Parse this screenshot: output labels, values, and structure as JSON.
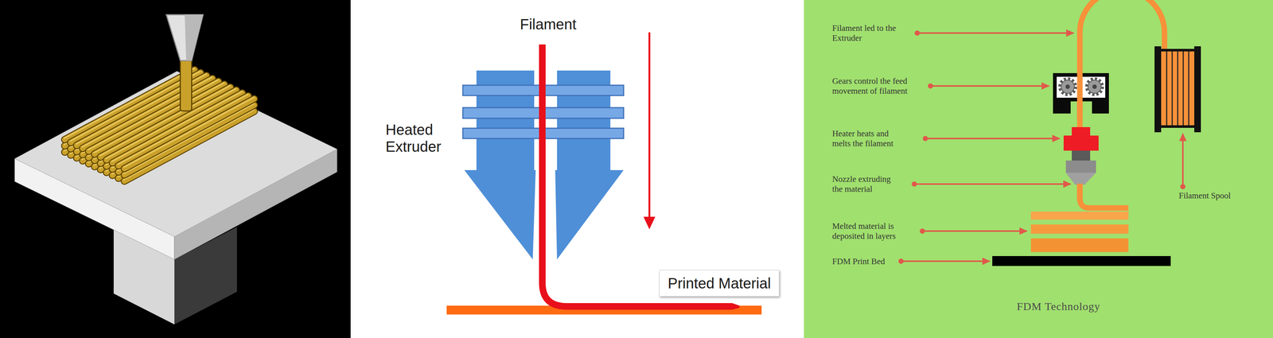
{
  "diagram": {
    "labels": [
      "Filament",
      "Heated Extruder",
      "Printed Material",
      "Filament led to the Extruder",
      "Gears control the feed movement of filament",
      "Heater heats and melts the filament",
      "Nozzle extruding the material",
      "Melted material is deposited in layers",
      "FDM Print Bed",
      "Filament Spool",
      "FDM Technology"
    ]
  }
}
